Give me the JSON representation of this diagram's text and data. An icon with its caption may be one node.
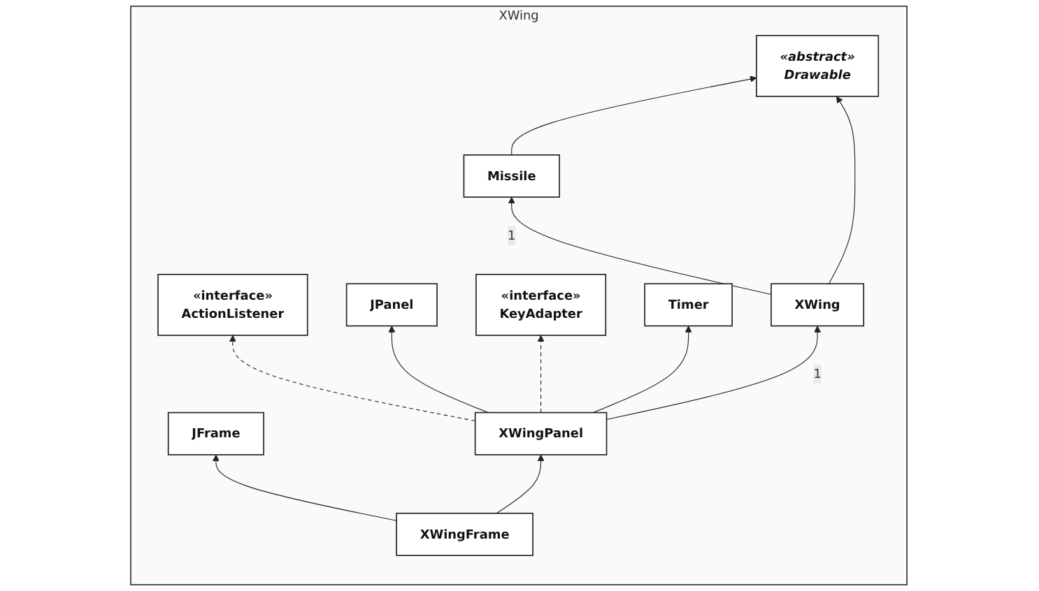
{
  "diagram": {
    "nodes": [
      {
        "text": [
          "XWing"
        ]
      },
      {
        "text": [
          "JFrame"
        ],
        "in": 0
      },
      {
        "text": [
          "«interface»",
          "ActionListener"
        ],
        "in": 0
      },
      {
        "text": [
          "JPanel"
        ],
        "in": 0
      },
      {
        "text": [
          "«interface»",
          "KeyAdapter"
        ],
        "in": 0
      },
      {
        "text": [
          "XWingFrame"
        ],
        "in": 0
      },
      {
        "text": [
          "XWingPanel"
        ],
        "in": 0
      },
      {
        "text": [
          "Timer"
        ],
        "in": 0
      },
      {
        "text": [
          "«abstract»",
          "Drawable"
        ],
        "in": 0
      },
      {
        "text": [
          "Missile"
        ],
        "in": 0
      },
      {
        "text": [
          "XWing"
        ],
        "in": 0
      }
    ],
    "edges": [
      {
        "from": 5,
        "to": 1,
        "arrow": "to"
      },
      {
        "from": 6,
        "to": 2,
        "arrow": "to",
        "style": "dashed"
      },
      {
        "from": 6,
        "to": 3,
        "arrow": "to"
      },
      {
        "from": 6,
        "to": 4,
        "arrow": "to",
        "style": "dashed"
      },
      {
        "from": 5,
        "to": 6,
        "arrow": "to"
      },
      {
        "from": 6,
        "to": 7,
        "arrow": "to"
      },
      {
        "from": 9,
        "to": 8,
        "arrow": "to"
      },
      {
        "from": 10,
        "to": 8,
        "arrow": "to"
      },
      {
        "from": 10,
        "to": 9,
        "arrow": "to",
        "label": "1"
      },
      {
        "from": 6,
        "to": 10,
        "arrow": "to",
        "label": "1"
      }
    ]
  }
}
